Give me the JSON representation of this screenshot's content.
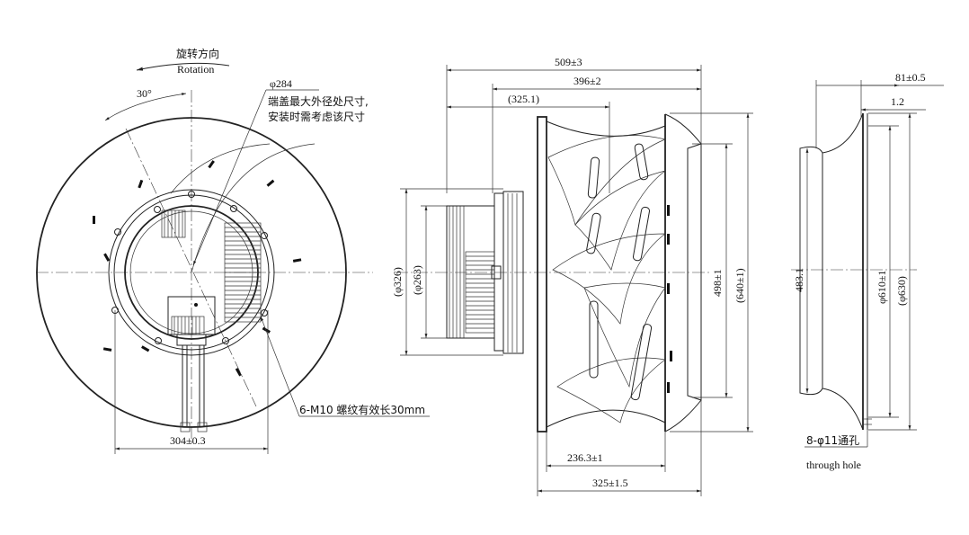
{
  "front_view": {
    "rotation_cn": "旋转方向",
    "rotation_en": "Rotation",
    "angle": "30°",
    "dia_284": "φ284",
    "note_line1": "端盖最大外径处尺寸,",
    "note_line2": "安装时需考虑该尺寸",
    "thread_note": "6-M10 螺纹有效长30mm",
    "dim_304": "304±0.3"
  },
  "side_view": {
    "dim_509": "509±3",
    "dim_396": "396±2",
    "dim_325_1": "(325.1)",
    "dim_326": "(φ326)",
    "dim_263": "(φ263)",
    "dim_498": "498±1",
    "dim_640": "(640±1)",
    "dim_236": "236.3±1",
    "dim_325": "325±1.5"
  },
  "ring_view": {
    "dim_81": "81±0.5",
    "dim_1_2": "1.2",
    "dim_483": "483.1",
    "dim_610": "φ610±1",
    "dim_630": "(φ630)",
    "hole_note": "8-φ11通孔",
    "hole_note_en": "through hole"
  }
}
